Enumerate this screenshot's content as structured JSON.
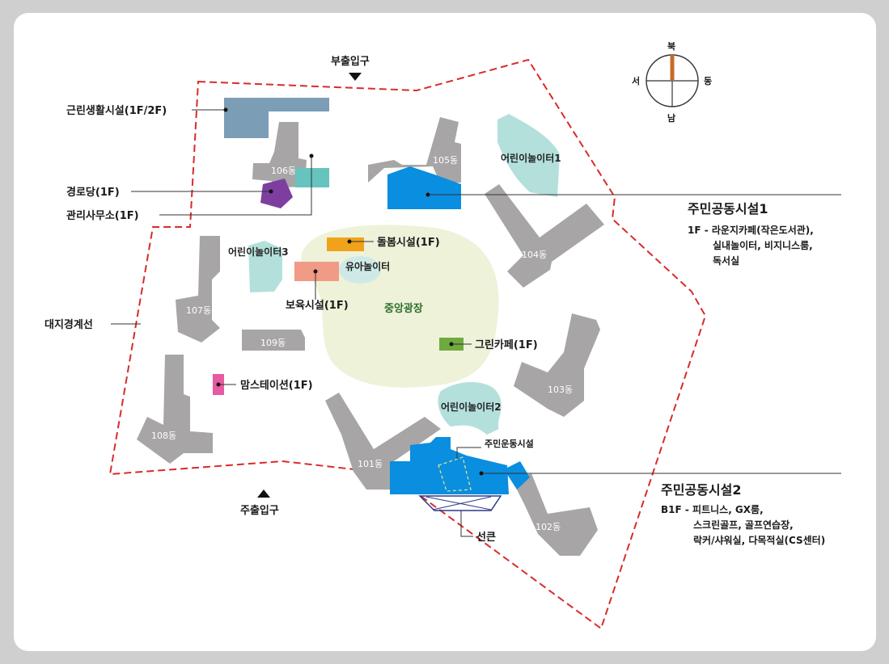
{
  "compass": {
    "north": "북",
    "south": "남",
    "east": "동",
    "west": "서"
  },
  "entrances": {
    "sub": "부출입구",
    "main": "주출입구"
  },
  "boundary_label": "대지경계선",
  "buildings": [
    "101동",
    "102동",
    "103동",
    "104동",
    "105동",
    "106동",
    "107동",
    "108동",
    "109동"
  ],
  "playgrounds": {
    "p1": "어린이놀이터1",
    "p2": "어린이놀이터2",
    "p3": "어린이놀이터3",
    "toddler": "유아놀이터"
  },
  "plaza": "중앙광장",
  "facilities": {
    "neighborhood": "근린생활시설(1F/2F)",
    "senior": "경로당(1F)",
    "office": "관리사무소(1F)",
    "care": "돌봄시설(1F)",
    "nursery": "보육시설(1F)",
    "cafe": "그린카페(1F)",
    "mom": "맘스테이션(1F)",
    "sports": "주민운동시설",
    "sunken": "선큰"
  },
  "community1": {
    "title": "주민공동시설1",
    "line1": "1F - 라운지카페(작은도서관),",
    "line2": "실내놀이터, 비지니스룸,",
    "line3": "독서실"
  },
  "community2": {
    "title": "주민공동시설2",
    "line1": "B1F - 피트니스, GX룸,",
    "line2": "스크린골프, 골프연습장,",
    "line3": "락커/샤워실, 다목적실(CS센터)"
  },
  "colors": {
    "boundary": "#d92b2b",
    "building": "#a7a5a6",
    "community": "#0a8ee0",
    "neighborhood": "#7b9db5",
    "senior": "#7d3ea0",
    "office": "#67c3bd",
    "care": "#f0a21a",
    "nursery": "#f19a86",
    "cafe": "#6faa3e",
    "mom": "#e85aa1",
    "plaza": "#eef2d9",
    "playground": "#b4e0dc",
    "compass_needle": "#c96a28"
  }
}
